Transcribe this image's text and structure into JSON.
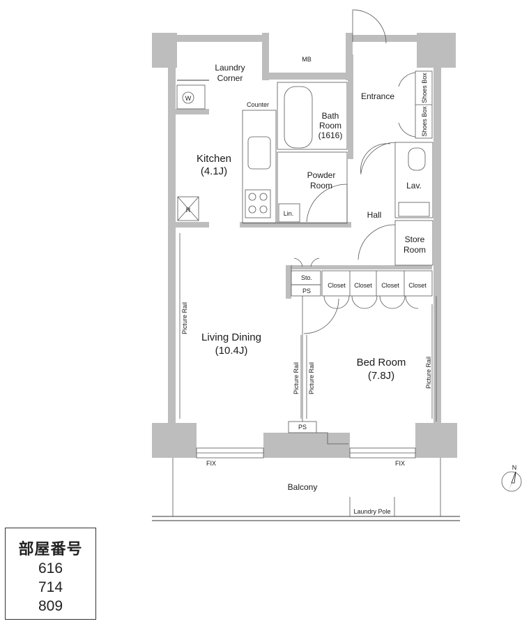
{
  "rooms": {
    "laundry_line1": "Laundry",
    "laundry_line2": "Corner",
    "washer": "W",
    "mb": "MB",
    "entrance": "Entrance",
    "shoes_box_1": "Shoes Box",
    "shoes_box_2": "Shoes Box",
    "counter": "Counter",
    "bath_line1": "Bath",
    "bath_line2": "Room",
    "bath_size": "(1616)",
    "kitchen": "Kitchen",
    "kitchen_size": "(4.1J)",
    "powder_line1": "Powder",
    "powder_line2": "Room",
    "lav": "Lav.",
    "refrigerator": "R",
    "linen": "Lin.",
    "hall": "Hall",
    "store_line1": "Store",
    "store_line2": "Room",
    "storage": "Sto.",
    "ps_upper": "PS",
    "closet_1": "Closet",
    "closet_2": "Closet",
    "closet_3": "Closet",
    "closet_4": "Closet",
    "picture_rail_living_left": "Picture Rail",
    "picture_rail_living_right": "Picture Rail",
    "picture_rail_bed_left": "Picture Rail",
    "picture_rail_bed_right": "Picture Rail",
    "living": "Living Dining",
    "living_size": "(10.4J)",
    "bedroom": "Bed Room",
    "bedroom_size": "(7.8J)",
    "ps_lower": "PS",
    "fix_left": "FIX",
    "fix_right": "FIX",
    "balcony": "Balcony",
    "laundry_pole": "Laundry Pole",
    "north": "N"
  },
  "room_numbers": {
    "title": "部屋番号",
    "numbers": [
      "616",
      "714",
      "809"
    ]
  }
}
